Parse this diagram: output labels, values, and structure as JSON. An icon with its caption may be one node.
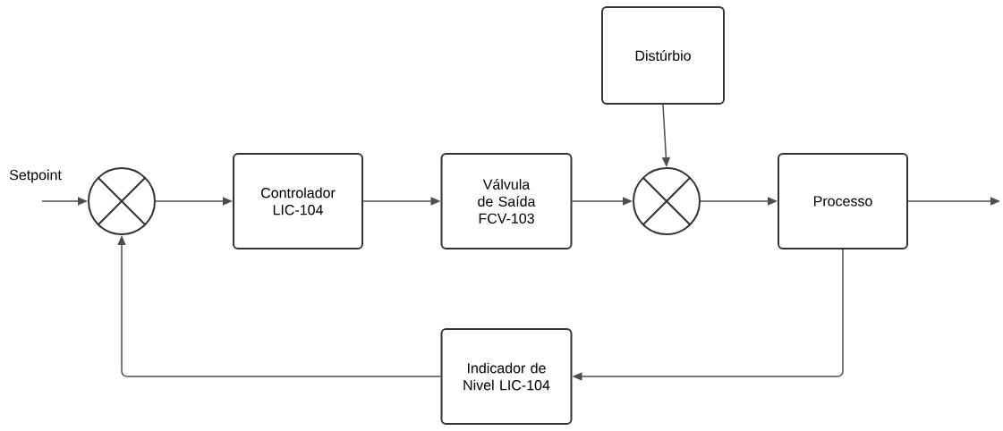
{
  "diagram": {
    "nodes": [
      {
        "text": [],
        "shape": "circle"
      },
      {
        "text": [
          "Controlador LIC-104"
        ]
      },
      {
        "text": [
          "Válvula de Saída FCV-103"
        ]
      },
      {
        "text": [
          "Distúrbio"
        ]
      },
      {
        "text": [],
        "shape": "circle"
      },
      {
        "text": [
          "Processo"
        ]
      },
      {
        "text": [
          "Indicador de Nivel LIC-104"
        ]
      }
    ],
    "edges": [
      {
        "from": null,
        "to": 0,
        "arrow": "to"
      },
      {
        "from": 0,
        "to": 1,
        "arrow": "to"
      },
      {
        "from": 1,
        "to": 2,
        "arrow": "to"
      },
      {
        "from": 2,
        "to": 4,
        "arrow": "to"
      },
      {
        "from": 3,
        "to": 4,
        "arrow": "to"
      },
      {
        "from": 4,
        "to": 5,
        "arrow": "to"
      },
      {
        "from": 5,
        "to": null,
        "arrow": "to"
      },
      {
        "from": 5,
        "to": 6,
        "arrow": "to"
      },
      {
        "from": 6,
        "to": 0,
        "arrow": "to"
      }
    ],
    "labels": [
      "Setpoint"
    ]
  }
}
